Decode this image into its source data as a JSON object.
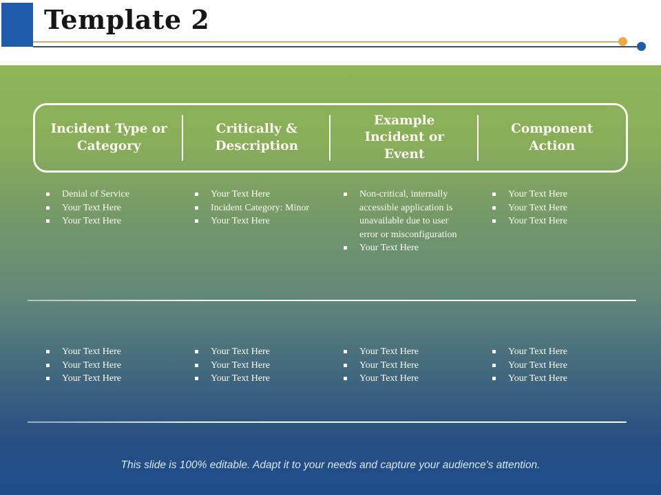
{
  "title": {
    "text": "Template 2"
  },
  "decor": {
    "accent_square_color": "#1e5cab",
    "olive_line_color": "#c6ae6d",
    "navy_line_color": "#30536a",
    "orange_dot_color": "#eea845",
    "blue_dot_color": "#1e5cab",
    "gradient_top": "#8eb657",
    "gradient_bottom": "#1d4e8a",
    "text_color": "#fdfdf3"
  },
  "table": {
    "headers": [
      "Incident Type or Category",
      "Critically & Description",
      "Example Incident or Event",
      "Component Action"
    ],
    "row1": [
      [
        "Denial of Service",
        "Your Text Here",
        "Your Text Here"
      ],
      [
        "Your Text Here",
        "Incident Category: Minor",
        "Your Text Here"
      ],
      [
        "Non-critical, internally accessible application is unavailable due to user error or misconfiguration",
        "Your Text Here"
      ],
      [
        "Your Text Here",
        "Your Text Here",
        "Your Text Here"
      ]
    ],
    "row2": [
      [
        "Your Text Here",
        "Your Text Here",
        "Your Text Here"
      ],
      [
        "Your Text Here",
        "Your Text Here",
        "Your Text Here"
      ],
      [
        "Your Text Here",
        "Your Text Here",
        "Your Text Here"
      ],
      [
        "Your Text Here",
        "Your Text Here",
        "Your Text Here"
      ]
    ]
  },
  "footer": {
    "text": "This slide is 100% editable. Adapt it to your needs and capture your audience's attention."
  }
}
